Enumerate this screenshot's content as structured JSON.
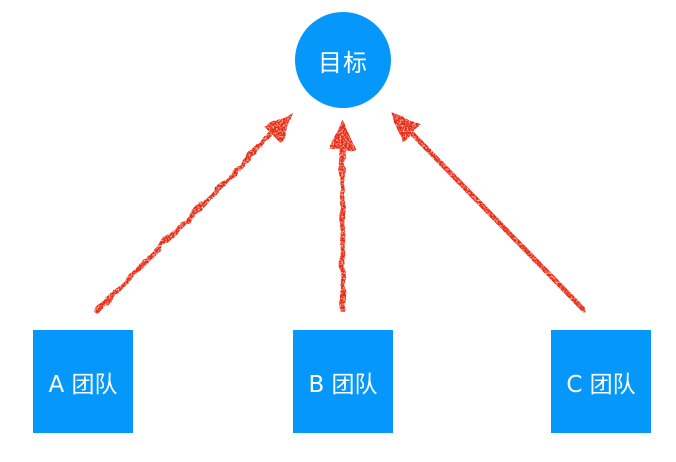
{
  "diagram": {
    "background_color": "#ffffff",
    "node_fill_color": "#0598fa",
    "node_text_color": "#ffffff",
    "arrow_color": "#e9260f",
    "goal_node": {
      "label": "目标",
      "shape": "circle"
    },
    "team_nodes": [
      {
        "id": "A",
        "label": "A 团队",
        "shape": "rectangle"
      },
      {
        "id": "B",
        "label": "B 团队",
        "shape": "rectangle"
      },
      {
        "id": "C",
        "label": "C 团队",
        "shape": "rectangle"
      }
    ],
    "edges": [
      {
        "from": "A",
        "to": "goal",
        "style": "hand-drawn-arrow"
      },
      {
        "from": "B",
        "to": "goal",
        "style": "hand-drawn-arrow"
      },
      {
        "from": "C",
        "to": "goal",
        "style": "hand-drawn-arrow"
      }
    ]
  }
}
